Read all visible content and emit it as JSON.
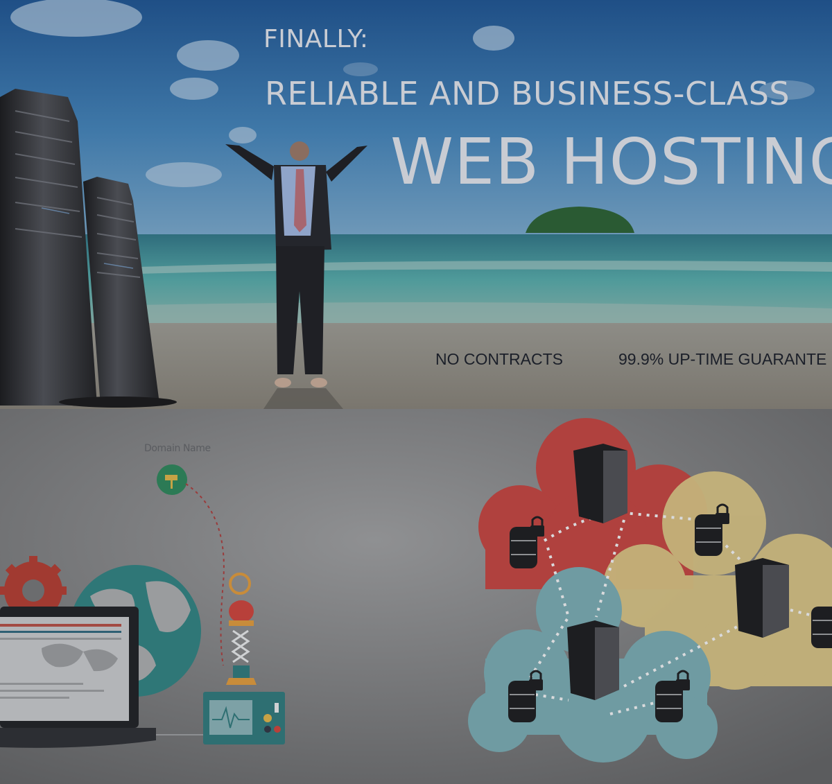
{
  "hero": {
    "line1": "FINALLY:",
    "line2": "RELIABLE AND BUSINESS-CLASS",
    "line3": "WEB HOSTING",
    "features": [
      "NO CONTRACTS",
      "99.9% UP-TIME GUARANTE"
    ]
  },
  "illustration": {
    "domain_label": "Domain Name"
  },
  "icons": [
    "server-tower-icon",
    "globe-icon",
    "gear-icon",
    "laptop-icon",
    "signpost-icon",
    "database-lock-icon",
    "cloud-icon",
    "server-icon"
  ],
  "colors": {
    "sky": "#2f5f90",
    "sea": "#3d8a8e",
    "sand": "#8f8b82",
    "cloud_red": "#b2403f",
    "cloud_yellow": "#c9b779",
    "cloud_teal": "#6f9ba2",
    "overlay_text": "#c9ccd3"
  }
}
